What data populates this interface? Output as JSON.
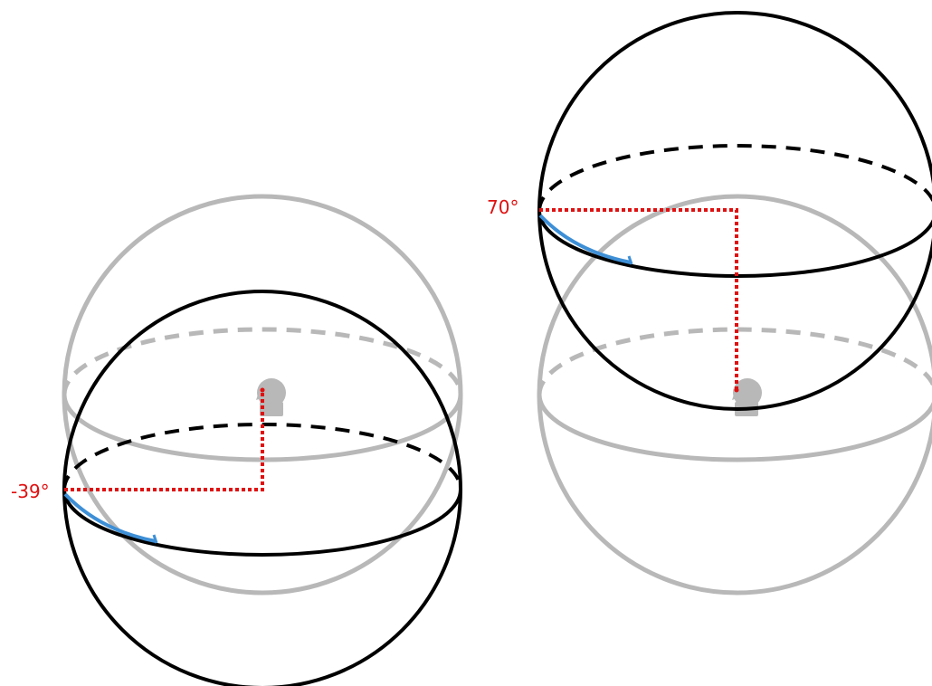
{
  "panels": [
    {
      "id": "left",
      "elevation_label": "-39°",
      "elevation_deg": -39
    },
    {
      "id": "right",
      "elevation_label": "70°",
      "elevation_deg": 70
    }
  ],
  "colors": {
    "reference_sphere": "#b8b8b8",
    "elevated_sphere": "#000000",
    "elevation_guide": "#e01010",
    "arc_segment": "#3d8fd6",
    "head_icon": "#b8b8b8"
  }
}
